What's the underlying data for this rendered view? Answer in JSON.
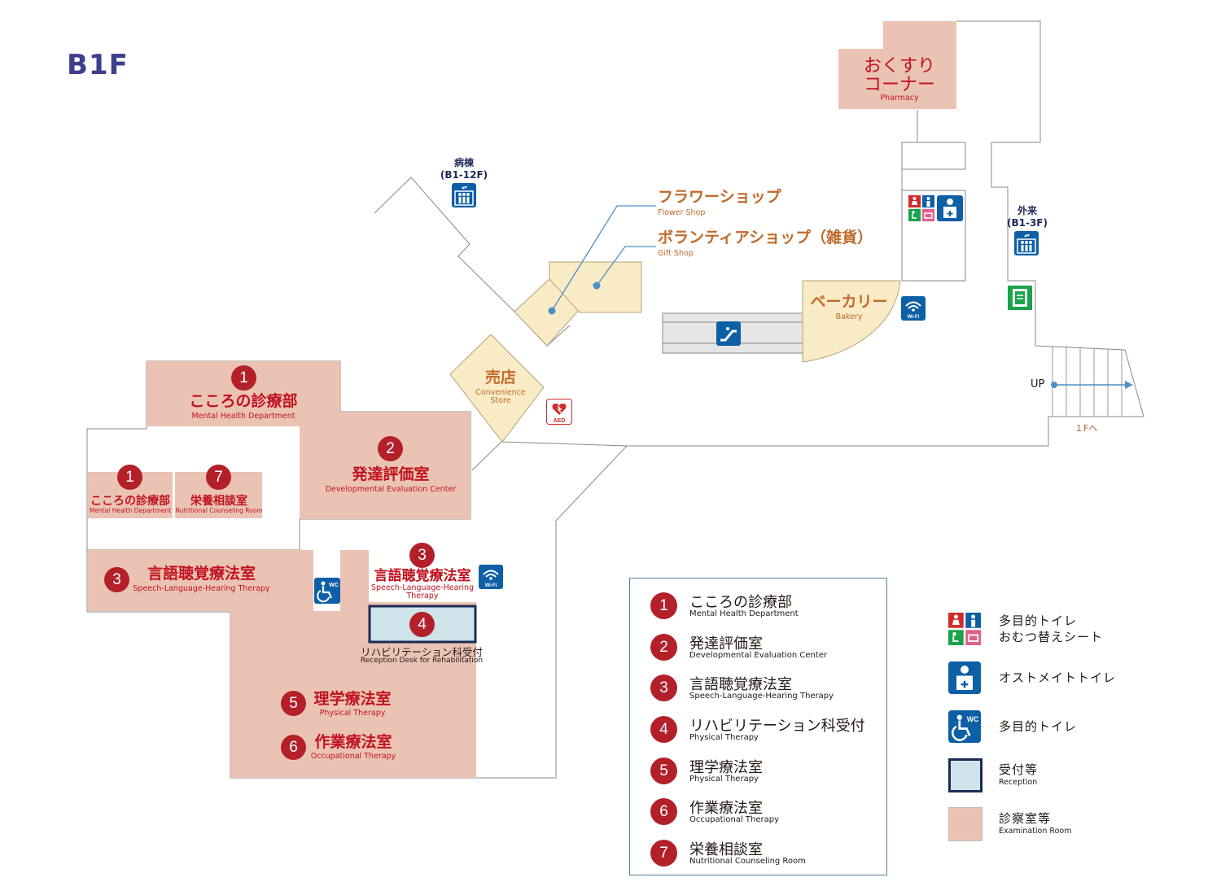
{
  "floor": "B1F",
  "rooms": {
    "mental_top": {
      "num": "1",
      "jp": "こころの診療部",
      "en": "Mental Health Department"
    },
    "mental_small": {
      "num": "1",
      "jp": "こころの診療部",
      "en": "Mental Health Department"
    },
    "nutrition": {
      "num": "7",
      "jp": "栄養相談室",
      "en": "Nutritional Counseling Room"
    },
    "developmental": {
      "num": "2",
      "jp": "発達評価室",
      "en": "Developmental Evaluation Center"
    },
    "speech_left": {
      "num": "3",
      "jp": "言語聴覚療法室",
      "en": "Speech-Language-Hearing Therapy"
    },
    "speech_right": {
      "num": "3",
      "jp": "言語聴覚療法室",
      "en": "Speech-Language-Hearing Therapy"
    },
    "rehab_reception": {
      "num": "4",
      "jp": "リハビリテーション科受付",
      "en": "Reception Desk for Rehabilitation"
    },
    "physical": {
      "num": "5",
      "jp": "理学療法室",
      "en": "Physical Therapy"
    },
    "occupational": {
      "num": "6",
      "jp": "作業療法室",
      "en": "Occupational Therapy"
    }
  },
  "shops": {
    "pharmacy": {
      "jp_line1": "おくすり",
      "jp_line2": "コーナー",
      "en": "Pharmacy"
    },
    "flower": {
      "jp": "フラワーショップ",
      "en": "Flower Shop"
    },
    "gift": {
      "jp": "ボランティアショップ（雑貨）",
      "en": "Gift Shop"
    },
    "bakery": {
      "jp": "ベーカリー",
      "en": "Bakery"
    },
    "convenience": {
      "jp": "売店",
      "en_line1": "Convenience",
      "en_line2": "Store"
    }
  },
  "elevators": {
    "ward": {
      "line1": "病棟",
      "line2": "(B1-12F)"
    },
    "outpatient": {
      "line1": "外来",
      "line2": "(B1-3F)"
    }
  },
  "stairs": {
    "up": "UP",
    "to_1f": "１Fへ"
  },
  "icons": {
    "aed": "AED",
    "wifi": "FREE Wi-Fi",
    "wc": "WC"
  },
  "legend": [
    {
      "num": "1",
      "jp": "こころの診療部",
      "en": "Mental Health Department"
    },
    {
      "num": "2",
      "jp": "発達評価室",
      "en": "Developmental Evaluation Center"
    },
    {
      "num": "3",
      "jp": "言語聴覚療法室",
      "en": "Speech-Language-Hearing Therapy"
    },
    {
      "num": "4",
      "jp": "リハビリテーション科受付",
      "en": "Physical Therapy"
    },
    {
      "num": "5",
      "jp": "理学療法室",
      "en": "Physical Therapy"
    },
    {
      "num": "6",
      "jp": "作業療法室",
      "en": "Occupational Therapy"
    },
    {
      "num": "7",
      "jp": "栄養相談室",
      "en": "Nutritional Counseling Room"
    }
  ],
  "key": {
    "multipurpose_diaper_line1": "多目的トイレ",
    "multipurpose_diaper_line2": "おむつ替えシート",
    "ostomate": "オストメイトトイレ",
    "multipurpose": "多目的トイレ",
    "reception_jp": "受付等",
    "reception_en": "Reception",
    "exam_jp": "診察室等",
    "exam_en": "Examination Room"
  },
  "colors": {
    "room_fill": "#ebc3b4",
    "shop_fill": "#f8ebc5",
    "reception_fill": "#cfe3ea",
    "reception_border": "#1c2a55",
    "number_circle": "#b3202a",
    "room_text": "#c1121f",
    "shop_text": "#c2692a",
    "icon_blue": "#0d5fa6",
    "title": "#3b3f8c"
  }
}
